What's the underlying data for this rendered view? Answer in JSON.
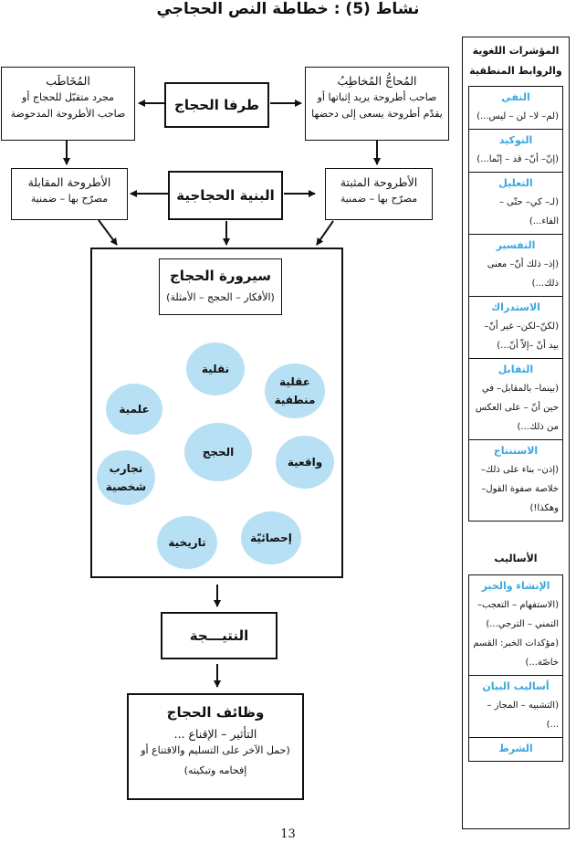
{
  "title": "نشاط (5) : خطاطة النص الحجاجي",
  "parties": {
    "label": "طرفا الحجاج",
    "arguer": {
      "title": "المُحاجُّ المُخاطِبُ",
      "lines": [
        "صاحب أطروحة يريد إثباتها أو",
        "يقدّم أطروحة يسعى إلى دحضها"
      ]
    },
    "addressee": {
      "title": "المُخَاطَب",
      "lines": [
        "مجرد متقبّل للحجاج أو",
        "صاحب الأطروحة المدحوضة"
      ]
    }
  },
  "structure": {
    "label": "البنية الحجاجية",
    "affirmed": {
      "title": "الأطروحة المثبتة",
      "sub": "مصرّح بها – ضمنية"
    },
    "opposed": {
      "title": "الأطروحة المقابلة",
      "sub": "مصرّح بها – ضمنية"
    }
  },
  "process": {
    "title": "سيرورة الحجاج",
    "sub": "(الأفكار – الحجج – الأمثلة)",
    "center": "الحجج",
    "types": [
      {
        "label": "نقلية"
      },
      {
        "label": "عقلية منطقية"
      },
      {
        "label": "واقعية"
      },
      {
        "label": "إحصائيّة"
      },
      {
        "label": "تاريخية"
      },
      {
        "label": "تجارب شخصية"
      },
      {
        "label": "علمية"
      }
    ]
  },
  "result": {
    "label": "النتيـــجة"
  },
  "functions": {
    "title": "وظائف الحجاج",
    "line1": "التأثير – الإقناع ...",
    "line2": "(حمل الآخر على التسليم والاقتناع أو",
    "line3": "إفحامه وتبكيته)"
  },
  "sidebar": {
    "heading_line1": "المؤشرات اللغوية",
    "heading_line2": "والروابط المنطقية",
    "indicators": [
      {
        "label": "النفي",
        "lines": [
          "(لم– لا– لن – ليس...)"
        ]
      },
      {
        "label": "التوكيد",
        "lines": [
          "(إنّ– أنّ– قد – إنّما...)"
        ]
      },
      {
        "label": "التعليل",
        "lines": [
          "(لـ– كي– حتّى –",
          "الفاء...)"
        ]
      },
      {
        "label": "التفسير",
        "lines": [
          "(إذ– ذلك أنّ– معنى",
          "ذلك...)"
        ]
      },
      {
        "label": "الاستدراك",
        "lines": [
          "(لكنّ–لكن– غير أنّ–",
          "بيد أنّ –إلاّ أنّ...)"
        ]
      },
      {
        "label": "التقابل",
        "lines": [
          "(بينما– بالمقابل– في",
          "حين أنّ – على العكس",
          "من ذلك...)"
        ]
      },
      {
        "label": "الاستنتاج",
        "lines": [
          "(إذن– بناء على ذلك–",
          "خلاصة صفوة القول–",
          "وهكذا!)"
        ]
      }
    ],
    "styles_heading": "الأساليب",
    "styles": [
      {
        "label": "الإنشاء والخبر",
        "lines": [
          "(الاستفهام – التعجب–",
          "التمني – الترجي...)",
          "(مؤكدات الخبر: القسم",
          "خاصّة...)"
        ]
      },
      {
        "label": "أساليب البيان",
        "lines": [
          "(التشبيه – المجاز – ...)"
        ]
      },
      {
        "label": "الشرط",
        "lines": []
      }
    ]
  },
  "page_number": "13"
}
